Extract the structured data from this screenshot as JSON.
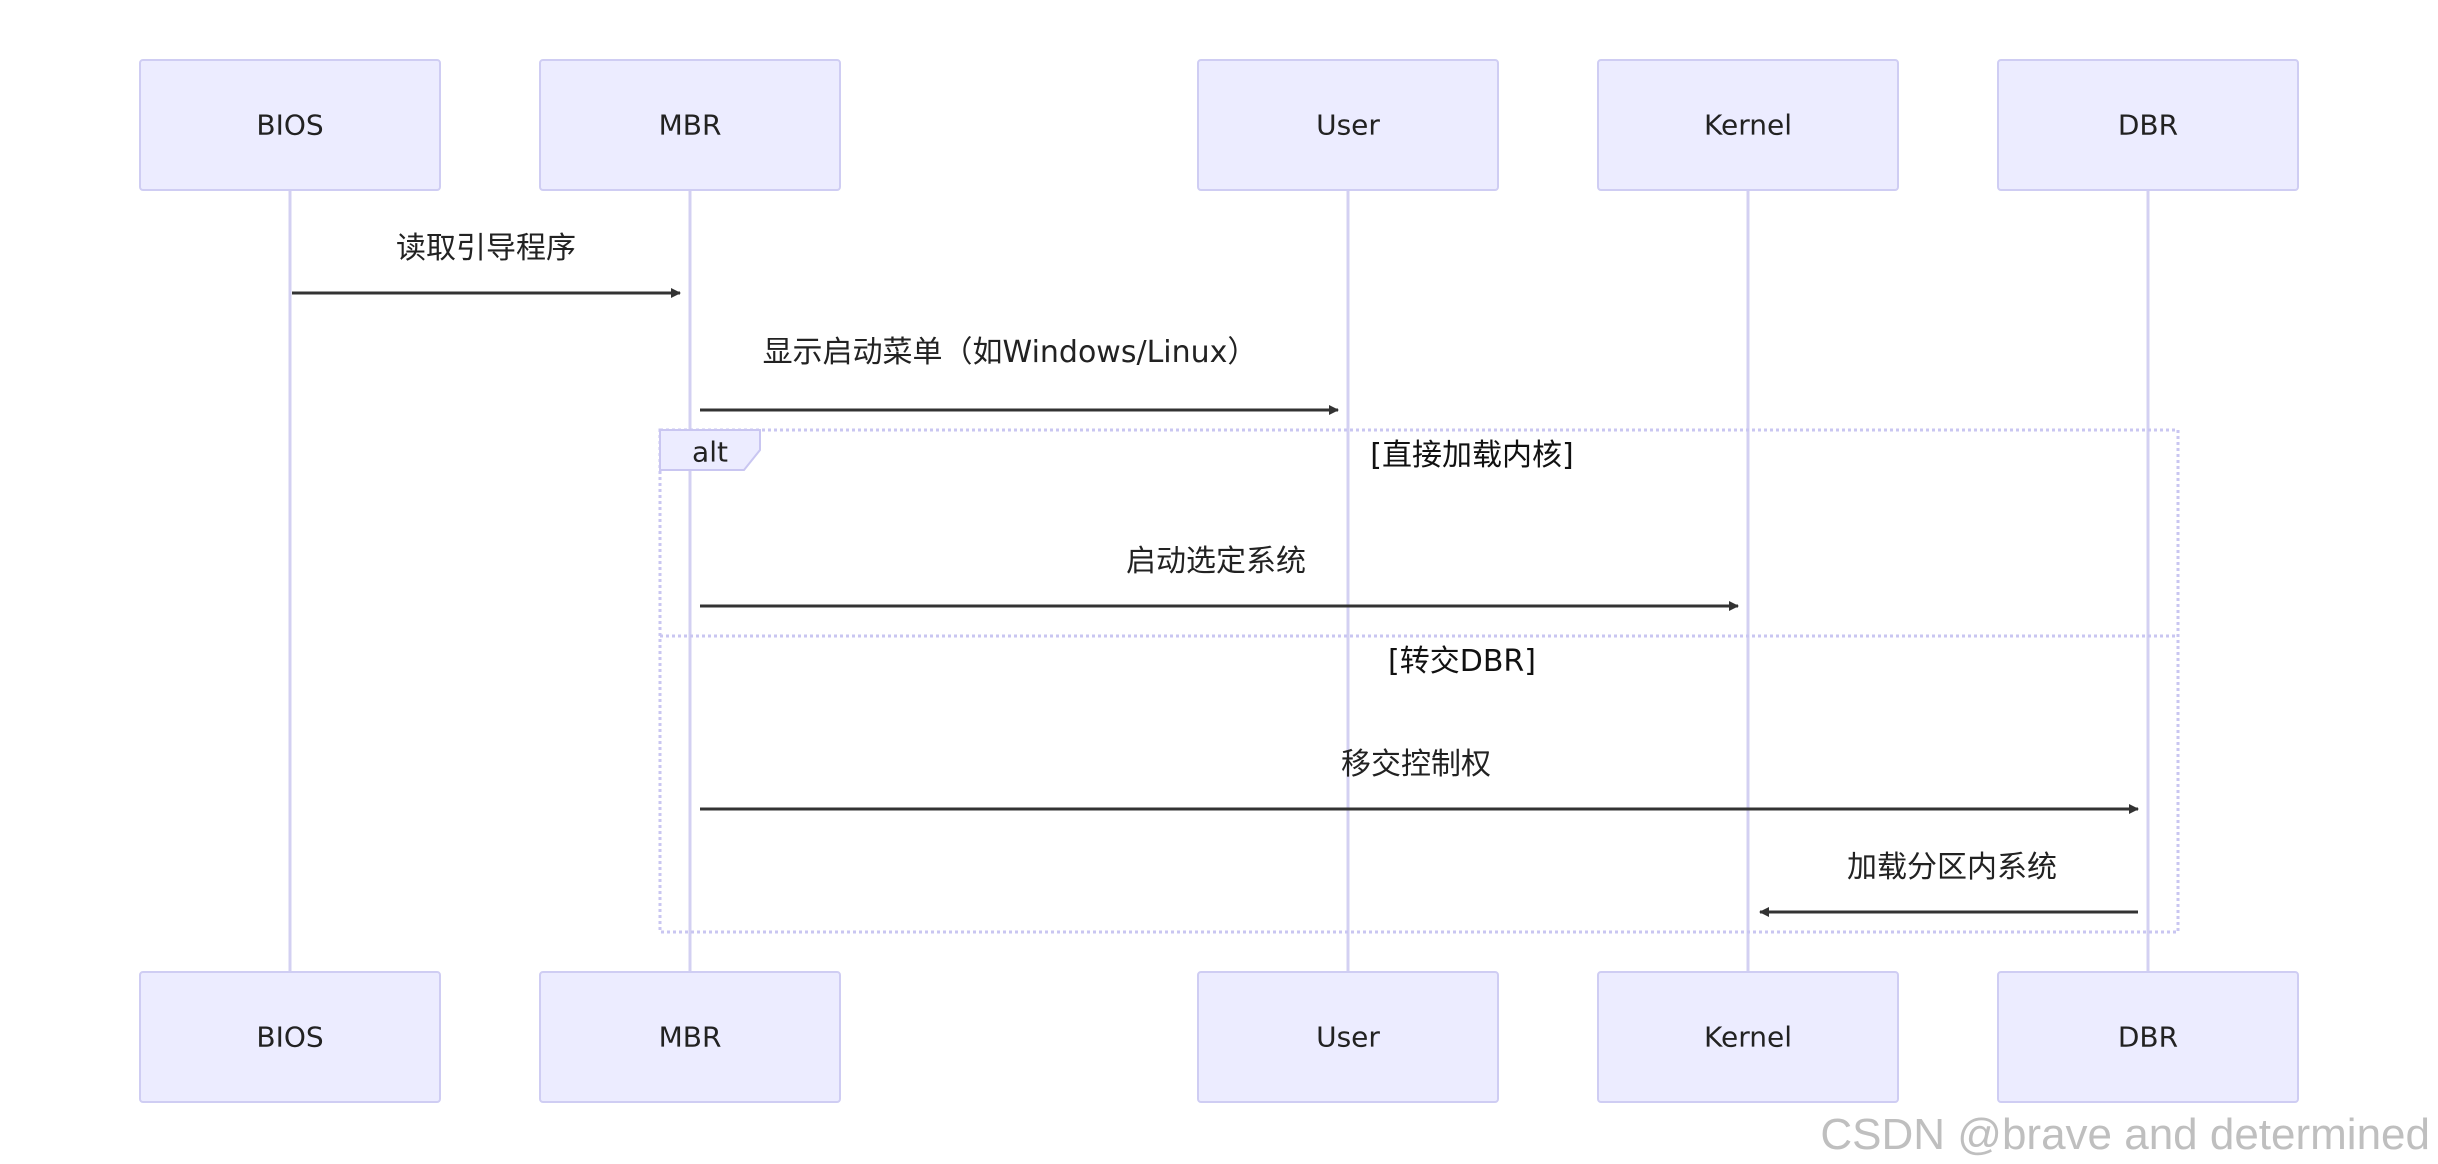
{
  "diagram": {
    "participants": [
      {
        "id": "BIOS",
        "label": "BIOS"
      },
      {
        "id": "MBR",
        "label": "MBR"
      },
      {
        "id": "User",
        "label": "User"
      },
      {
        "id": "Kernel",
        "label": "Kernel"
      },
      {
        "id": "DBR",
        "label": "DBR"
      }
    ],
    "messages": [
      {
        "from": "BIOS",
        "to": "MBR",
        "label": "读取引导程序"
      },
      {
        "from": "MBR",
        "to": "User",
        "label": "显示启动菜单（如Windows/Linux）"
      },
      {
        "from": "MBR",
        "to": "Kernel",
        "label": "启动选定系统"
      },
      {
        "from": "MBR",
        "to": "DBR",
        "label": "移交控制权"
      },
      {
        "from": "DBR",
        "to": "Kernel",
        "label": "加载分区内系统"
      }
    ],
    "alt_frame": {
      "tag": "alt",
      "branches": [
        "[直接加载内核]",
        "[转交DBR]"
      ]
    }
  },
  "watermark": "CSDN @brave and determined",
  "colors": {
    "actor_fill": "#ececff",
    "actor_stroke": "#cfcdf3",
    "lifeline": "#d3d0f2",
    "arrow": "#333333",
    "frame_stroke": "#c9c6f1"
  }
}
